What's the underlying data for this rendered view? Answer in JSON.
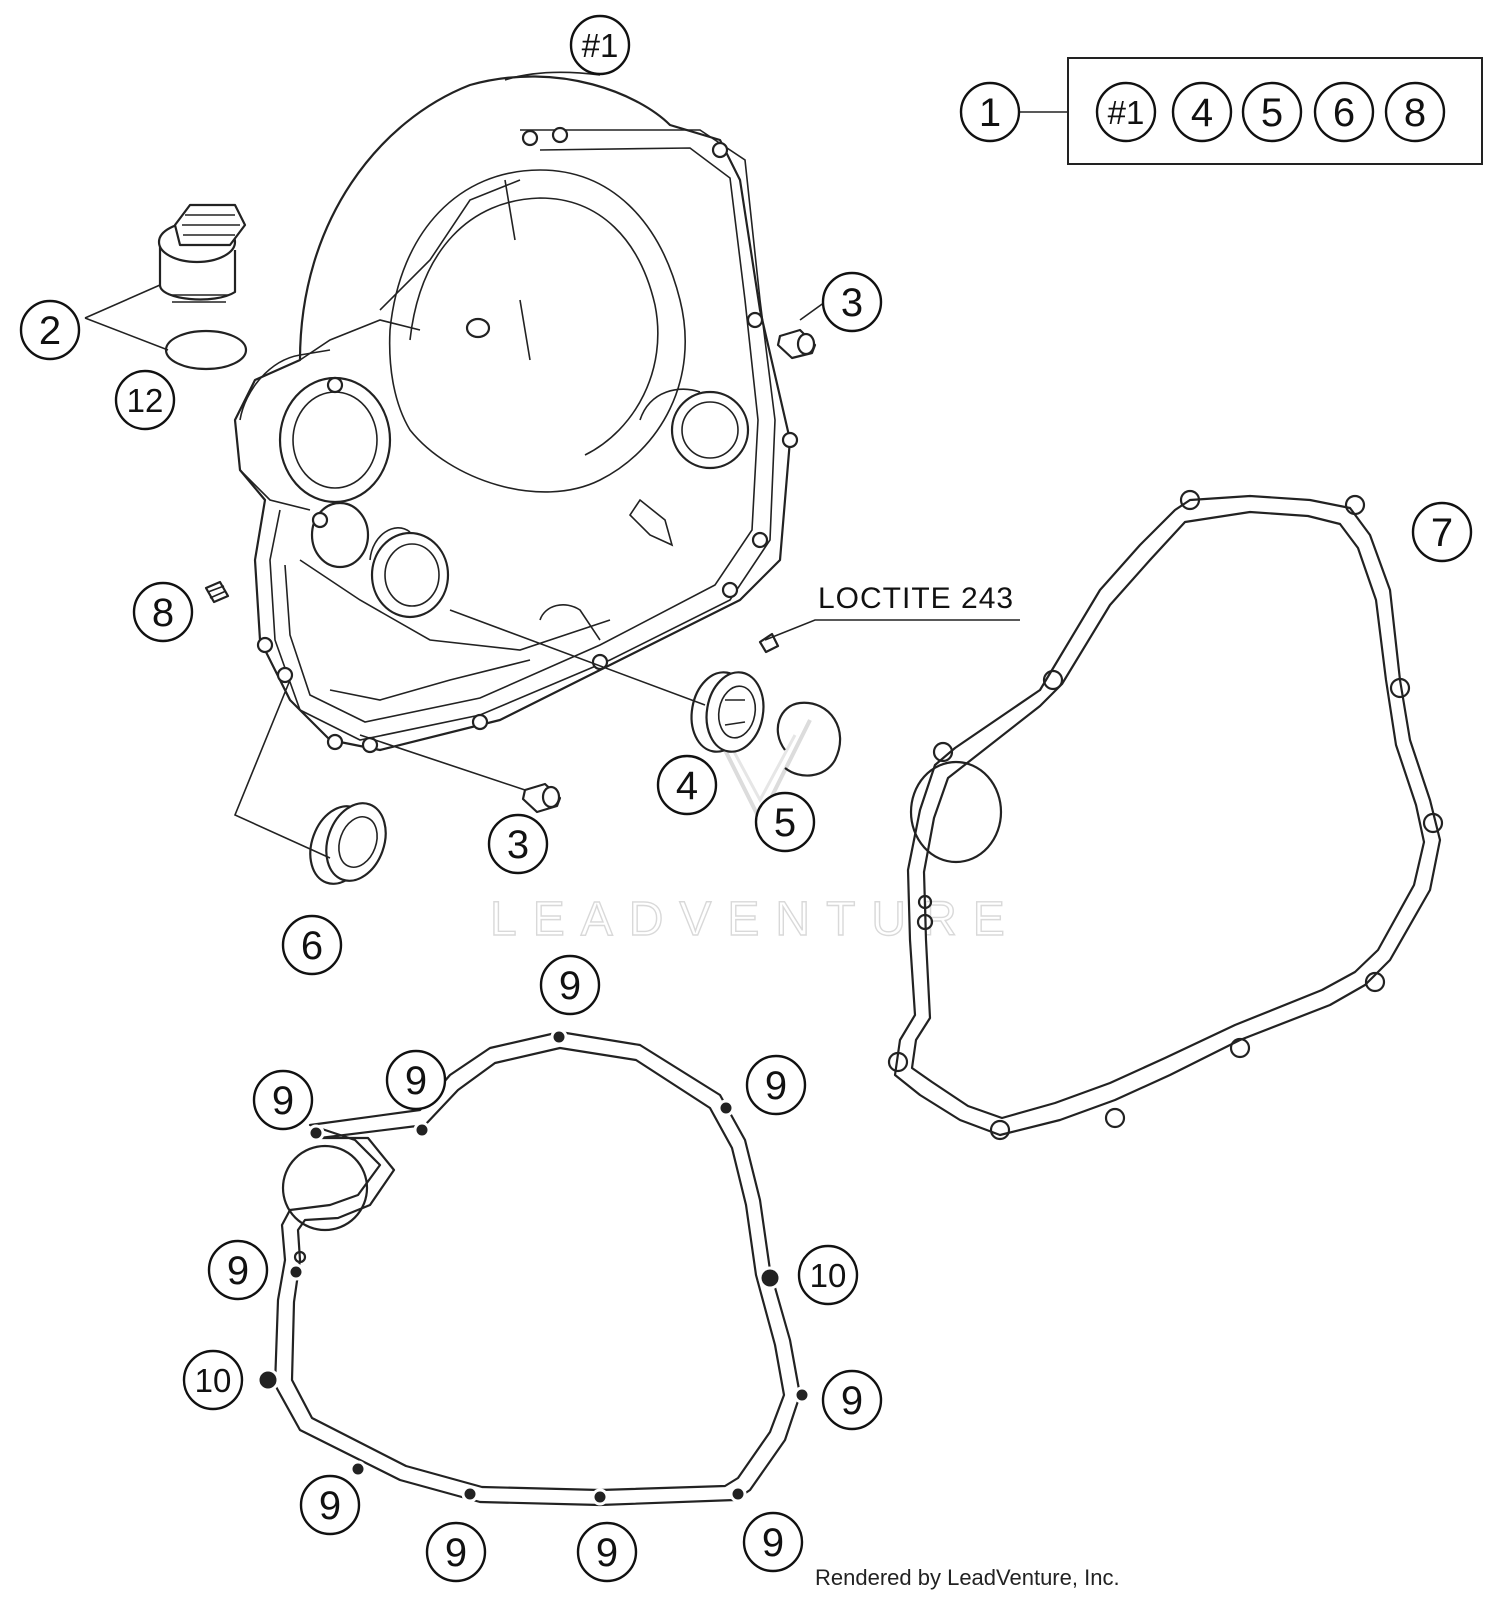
{
  "callouts": {
    "c_1a": "#1",
    "c_1": "1",
    "c_2": "2",
    "c_3a": "3",
    "c_3b": "3",
    "c_4": "4",
    "c_5": "5",
    "c_6": "6",
    "c_7": "7",
    "c_8": "8",
    "c_12": "12",
    "g_9a": "9",
    "g_9b": "9",
    "g_9c": "9",
    "g_9d": "9",
    "g_9e": "9",
    "g_9f": "9",
    "g_9g": "9",
    "g_9h": "9",
    "g_9i": "9",
    "g_9j": "9",
    "g_10a": "10",
    "g_10b": "10"
  },
  "kit_box": {
    "items": [
      "#1",
      "4",
      "5",
      "6",
      "8"
    ]
  },
  "note": "LOCTITE 243",
  "watermark": "LEADVENTURE",
  "credit": "Rendered by LeadVenture, Inc."
}
